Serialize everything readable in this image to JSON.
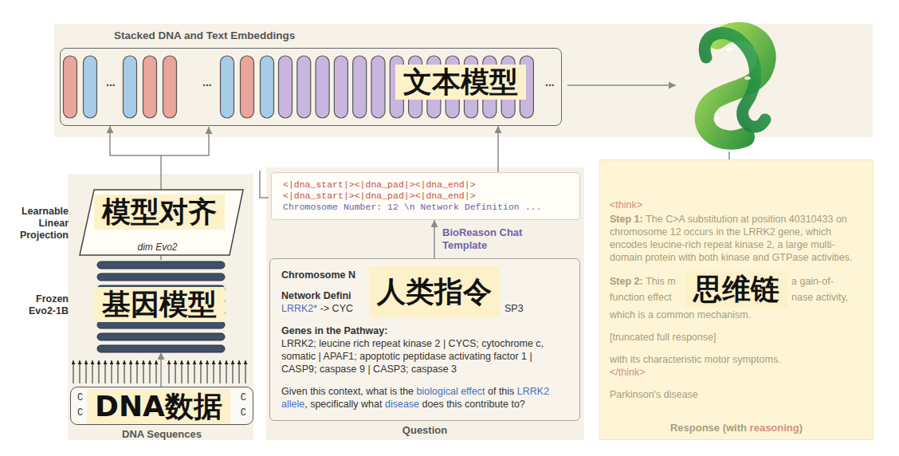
{
  "diagram": {
    "nodes": [
      {
        "text": [
          "Stacked DNA and Text Embeddings"
        ]
      },
      {
        "text": [
          "文本模型"
        ],
        "in": 0
      },
      {
        "text": [
          "Learnable Linear Projection",
          "dim Evo2"
        ]
      },
      {
        "text": [
          "模型对齐"
        ],
        "in": 2
      },
      {
        "text": [
          "Frozen Evo2-1B"
        ]
      },
      {
        "text": [
          "基因模型"
        ],
        "in": 4
      },
      {
        "text": [
          "C",
          "C",
          "C",
          "C",
          "DNA Sequences"
        ]
      },
      {
        "text": [
          "DNA数据"
        ],
        "in": 6
      },
      {
        "text": [
          "<|dna_start|><|dna_pad|><|dna_end|>",
          "<|dna_start|><|dna_pad|><|dna_end|>",
          "Chromosome Number: 12 \\n Network Definition ..."
        ]
      },
      {
        "text": [
          "Chromosome N",
          "Network Defini",
          "LRRK2*",
          "-> CYC",
          "SP3",
          "Genes in the Pathway:",
          "LRRK2; leucine rich repeat kinase 2 | CYCS; cytochrome c, somatic | APAF1; apoptotic peptidase activating factor 1 | CASP9; caspase 9 | CASP3; caspase 3",
          "Given this context, what is the",
          "biological effect",
          "of this",
          "LRRK2 allele",
          ", specifically what",
          "disease",
          "does this contribute to?",
          "Question"
        ]
      },
      {
        "text": [
          "人类指令"
        ],
        "in": 9
      },
      {
        "text": [
          "<think>",
          "Step 1:",
          "The C>A substitution at position 40310433 on chromosome 12 occurs in the LRRK2 gene, which encodes leucine-rich repeat kinase 2, a large multi-domain protein with both kinase and GTPase activities.",
          "Step 2:",
          "This m",
          "a gain-of-",
          "function effect",
          "nase activity,",
          "which is a common mechanism.",
          "[truncated full response]",
          "with its characteristic motor symptoms.",
          "</think>",
          "Parkinson's disease",
          "Response (with",
          "reasoning",
          ")"
        ]
      },
      {
        "text": [
          "思维链"
        ],
        "in": 11
      }
    ],
    "edges": [
      {
        "from": 6,
        "to": 4,
        "arrow": "to"
      },
      {
        "from": 4,
        "to": 2,
        "arrow": "none"
      },
      {
        "from": 2,
        "to": 0,
        "arrow": "to"
      },
      {
        "from": 8,
        "to": 0,
        "arrow": "to"
      },
      {
        "from": 9,
        "to": 8,
        "arrow": "to",
        "label": "BioReason Chat Template"
      }
    ],
    "labels": [
      "...",
      "...",
      "..."
    ]
  }
}
